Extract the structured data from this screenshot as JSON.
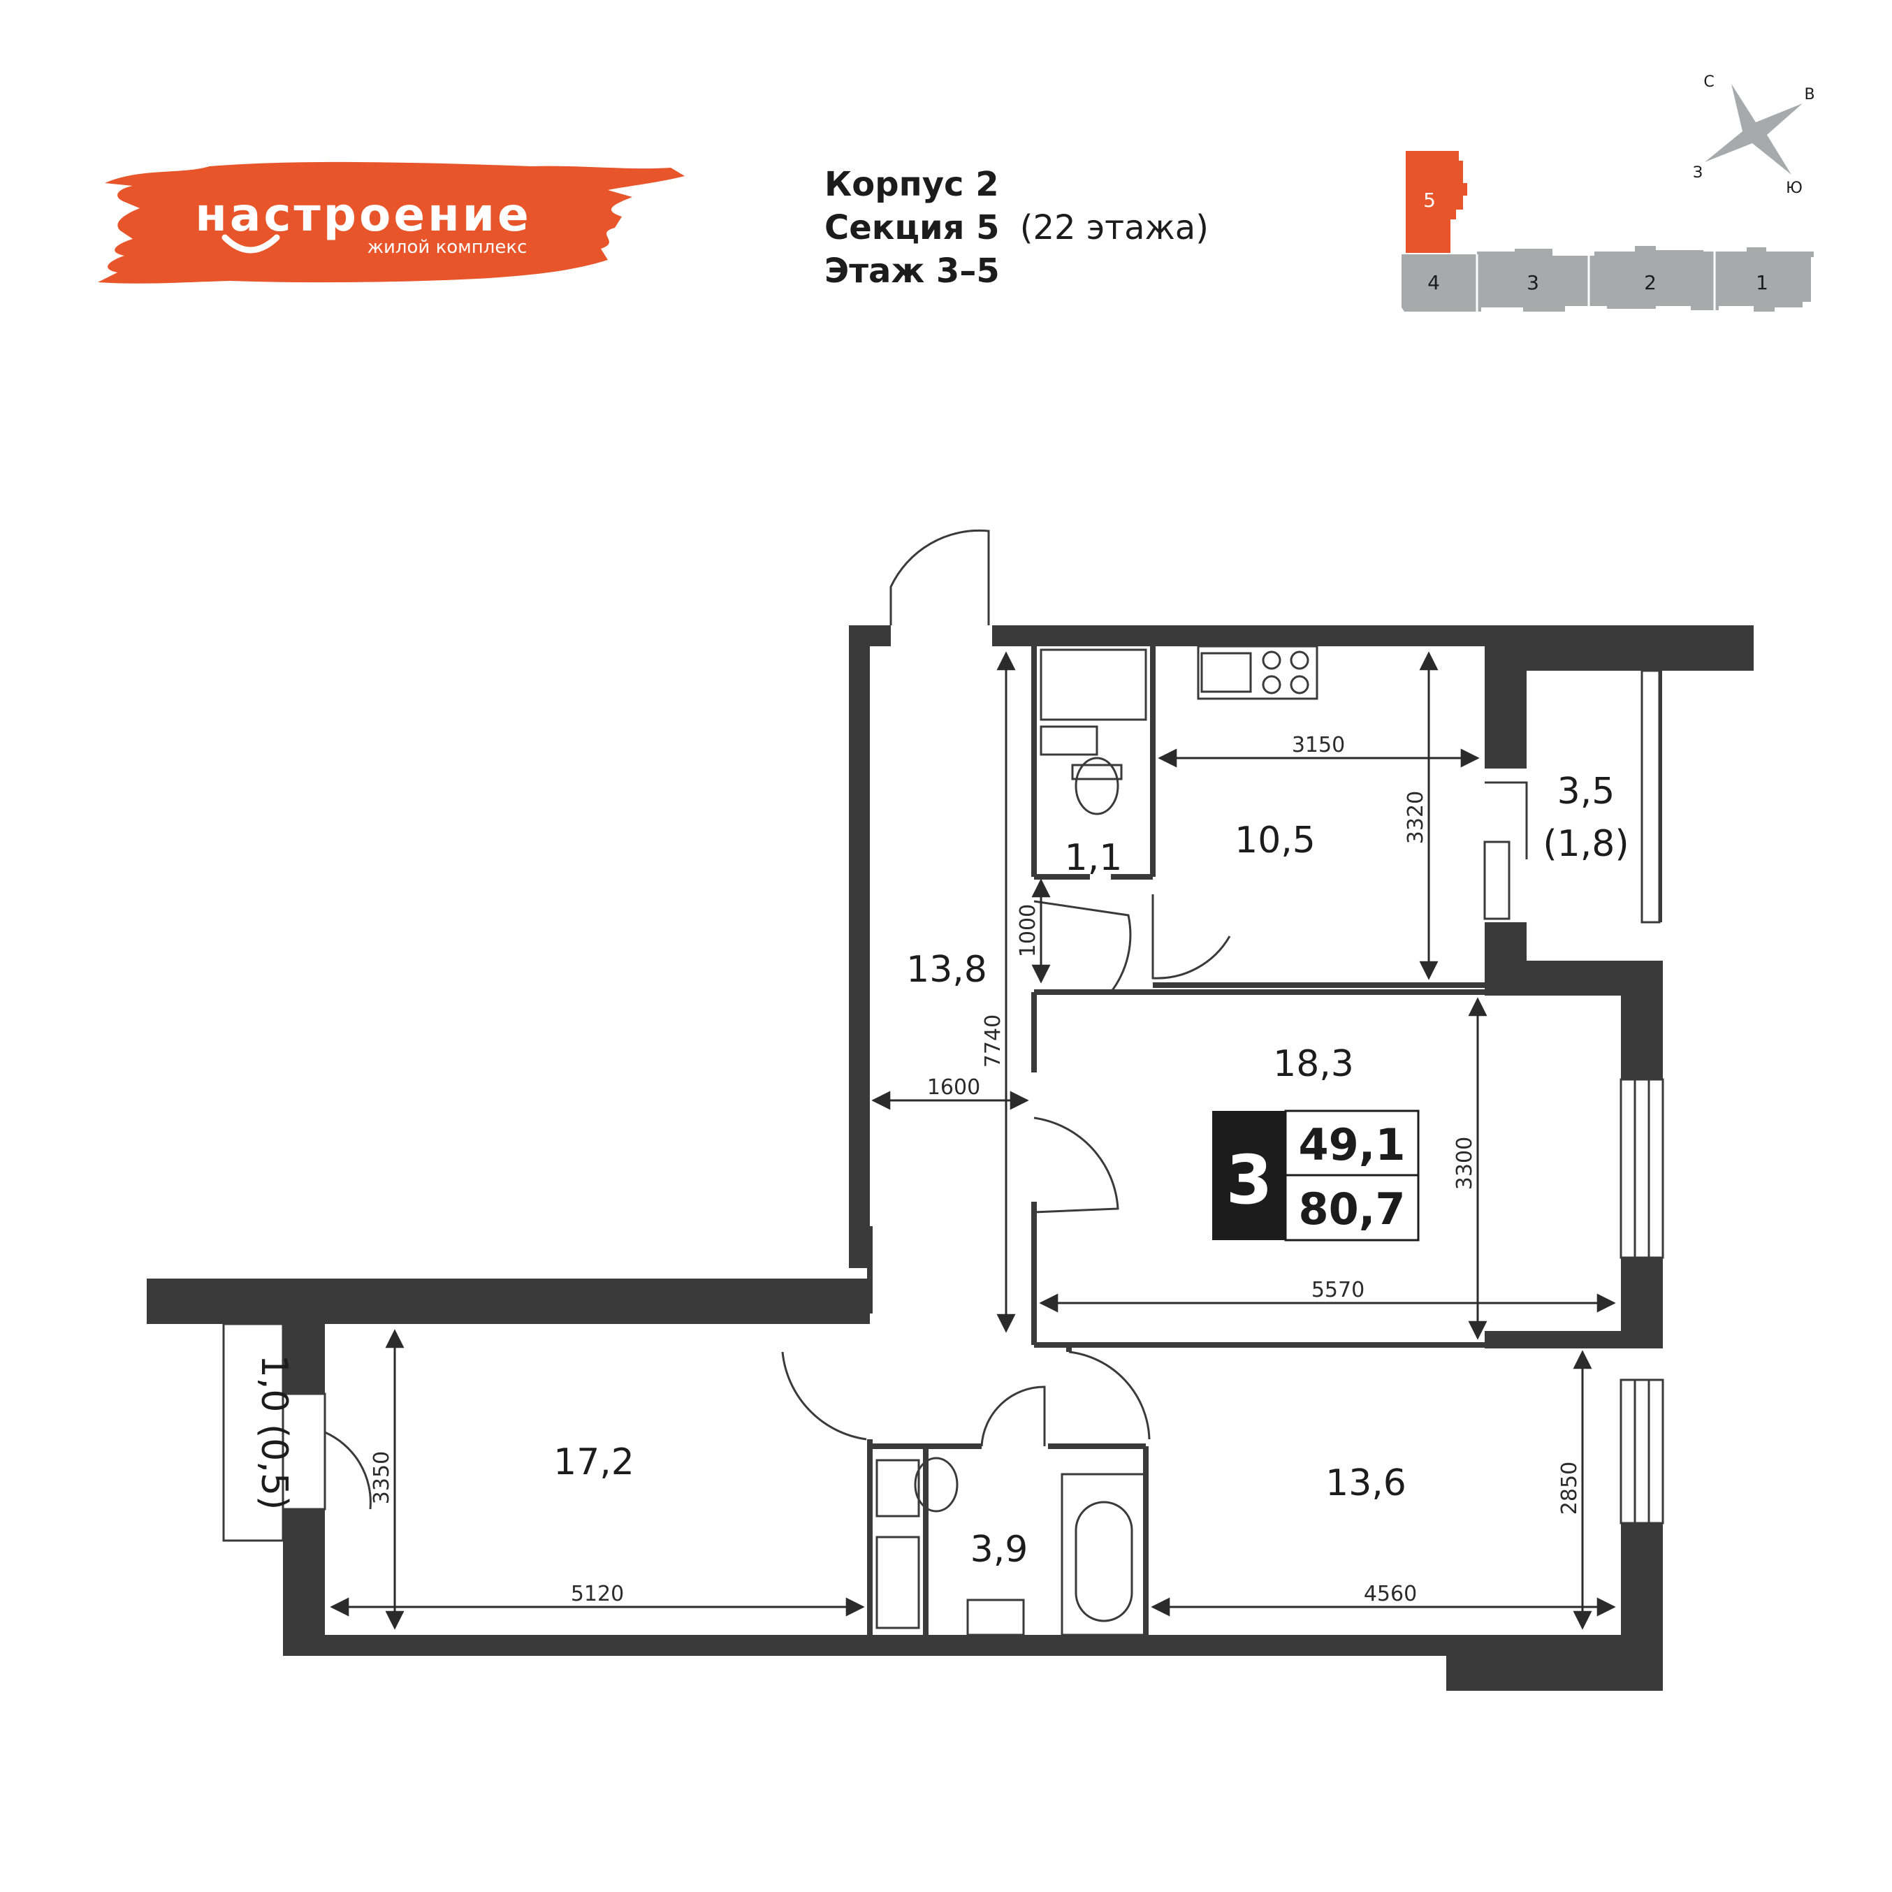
{
  "logo": {
    "name": "настроение",
    "tagline": "жилой комплекс",
    "color": "#e8552a"
  },
  "header": {
    "building_label": "Корпус 2",
    "section_label": "Секция 5",
    "section_floors": "(22 этажа)",
    "floor_label": "Этаж 3–5"
  },
  "section_map": {
    "current_section": "5",
    "sections": [
      "4",
      "3",
      "2",
      "1"
    ],
    "highlight_color": "#e8552a",
    "base_color": "#a7a9ab"
  },
  "compass": {
    "north": "С",
    "east": "В",
    "south": "Ю",
    "west": "З"
  },
  "apartment": {
    "rooms": "3",
    "living_area": "49,1",
    "total_area": "80,7"
  },
  "room_areas": {
    "corridor": "13,8",
    "wc_small": "1,1",
    "kitchen": "10,5",
    "balcony_right": "3,5",
    "balcony_right_reduced": "(1,8)",
    "room_middle": "18,3",
    "room_left": "17,2",
    "bathroom": "3,9",
    "room_right": "13,6",
    "balcony_left": "1,0 (0,5)"
  },
  "dimensions": {
    "kitchen_width": "3150",
    "kitchen_depth": "3320",
    "wc_depth": "1000",
    "corridor_length": "7740",
    "corridor_width": "1600",
    "middle_height": "3300",
    "middle_width": "5570",
    "left_height": "3350",
    "left_width": "5120",
    "right_height": "2850",
    "right_width": "4560"
  },
  "colors": {
    "wall": "#3a3a3a",
    "line": "#2b2b2b"
  }
}
